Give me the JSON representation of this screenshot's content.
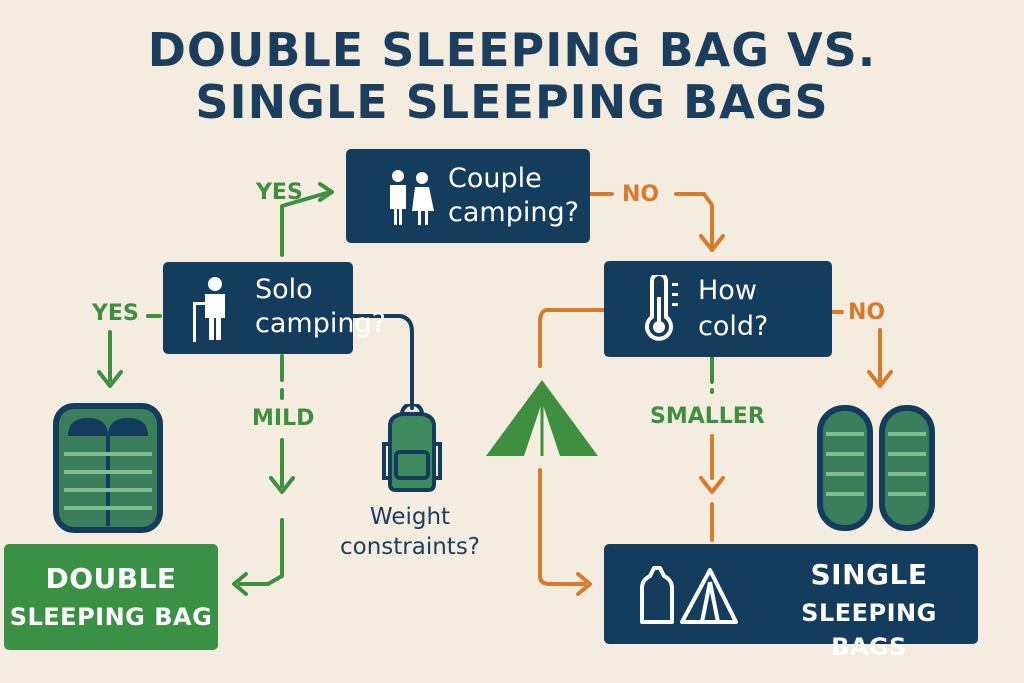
{
  "title": {
    "line1": "DOUBLE SLEEPING BAG VS.",
    "line2": "SINGLE SLEEPING BAGS"
  },
  "nodes": {
    "couple": {
      "line1": "Couple",
      "line2": "camping?",
      "icon": "couple-icon"
    },
    "solo": {
      "line1": "Solo",
      "line2": "camping?",
      "icon": "hiker-icon"
    },
    "cold": {
      "line1": "How",
      "line2": "cold?",
      "icon": "thermometer-icon"
    },
    "weight": {
      "line1": "Weight",
      "line2": "constraints?",
      "icon": "backpack-icon"
    }
  },
  "outcomes": {
    "double": {
      "line1": "DOUBLE",
      "line2": "SLEEPING BAG",
      "icon": "double-sleeping-bag-icon"
    },
    "single": {
      "line1": "SINGLE",
      "line2": "SLEEPING BAGS",
      "icon": "tent-icon"
    }
  },
  "edge_labels": {
    "yes_top": "YES",
    "yes_left": "YES",
    "no_top": "NO",
    "no_right": "NO",
    "mild": "MILD",
    "smaller": "SMALLER"
  },
  "colors": {
    "navy": "#143c5c",
    "green": "#3a9045",
    "orange": "#d97a2b",
    "background": "#f4ecdf"
  }
}
